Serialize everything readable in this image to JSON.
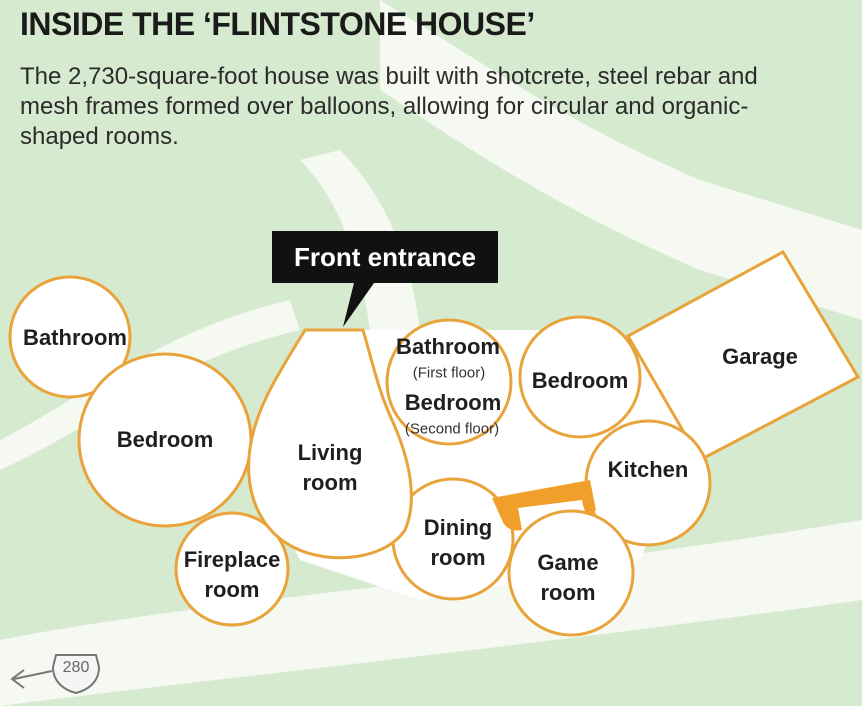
{
  "header": {
    "title": "INSIDE THE ‘FLINTSTONE HOUSE’",
    "description": "The 2,730-square-foot house was built with shotcrete, steel rebar and mesh frames formed over balloons, allowing for circular and organic-shaped rooms."
  },
  "callout": {
    "label": "Front entrance"
  },
  "rooms": {
    "bathroom_left": "Bathroom",
    "bedroom_left": "Bedroom",
    "living_room": "Living\nroom",
    "fireplace_room": "Fireplace\nroom",
    "bathroom_center": "Bathroom",
    "bathroom_center_note": "(First floor)",
    "bedroom_center": "Bedroom",
    "bedroom_center_note": "(Second floor)",
    "bedroom_right": "Bedroom",
    "garage": "Garage",
    "kitchen": "Kitchen",
    "dining_room": "Dining\nroom",
    "game_room": "Game\nroom"
  },
  "highway": {
    "route": "280"
  },
  "colors": {
    "background": "#d6ead0",
    "road": "#f5f9f2",
    "wall": "#e8a33a",
    "accent": "#f0a02a",
    "room_fill": "#ffffff",
    "callout": "#111111"
  }
}
